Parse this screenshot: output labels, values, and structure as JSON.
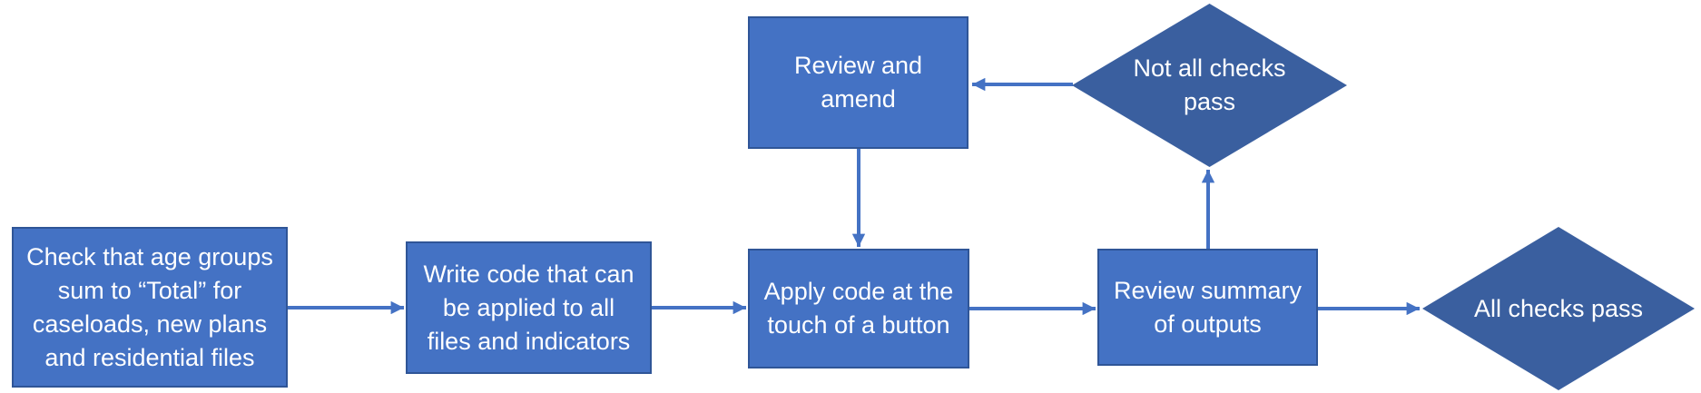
{
  "diagram": {
    "type": "flowchart",
    "background": "#FFFFFF",
    "colors": {
      "process_fill": "#4472C4",
      "process_border": "#2F5597",
      "decision_fill": "#3A5F9F",
      "decision_border": "#31538F",
      "arrow": "#4472C4",
      "text": "#FFFFFF"
    },
    "nodes": {
      "check_totals": {
        "shape": "rectangle",
        "label": "Check that age groups sum to “Total” for caseloads, new plans and residential files"
      },
      "write_code": {
        "shape": "rectangle",
        "label": "Write code that can be applied to all files and indicators"
      },
      "apply_code": {
        "shape": "rectangle",
        "label": "Apply code at the touch of a button"
      },
      "review_summary": {
        "shape": "rectangle",
        "label": "Review summary of outputs"
      },
      "review_amend": {
        "shape": "rectangle",
        "label": "Review and amend"
      },
      "not_all_checks_pass": {
        "shape": "diamond",
        "label": "Not all checks pass"
      },
      "all_checks_pass": {
        "shape": "diamond",
        "label": "All checks pass"
      }
    },
    "edges": [
      {
        "from": "check_totals",
        "to": "write_code"
      },
      {
        "from": "write_code",
        "to": "apply_code"
      },
      {
        "from": "apply_code",
        "to": "review_summary"
      },
      {
        "from": "review_summary",
        "to": "all_checks_pass"
      },
      {
        "from": "review_summary",
        "to": "not_all_checks_pass"
      },
      {
        "from": "not_all_checks_pass",
        "to": "review_amend"
      },
      {
        "from": "review_amend",
        "to": "apply_code"
      }
    ]
  }
}
